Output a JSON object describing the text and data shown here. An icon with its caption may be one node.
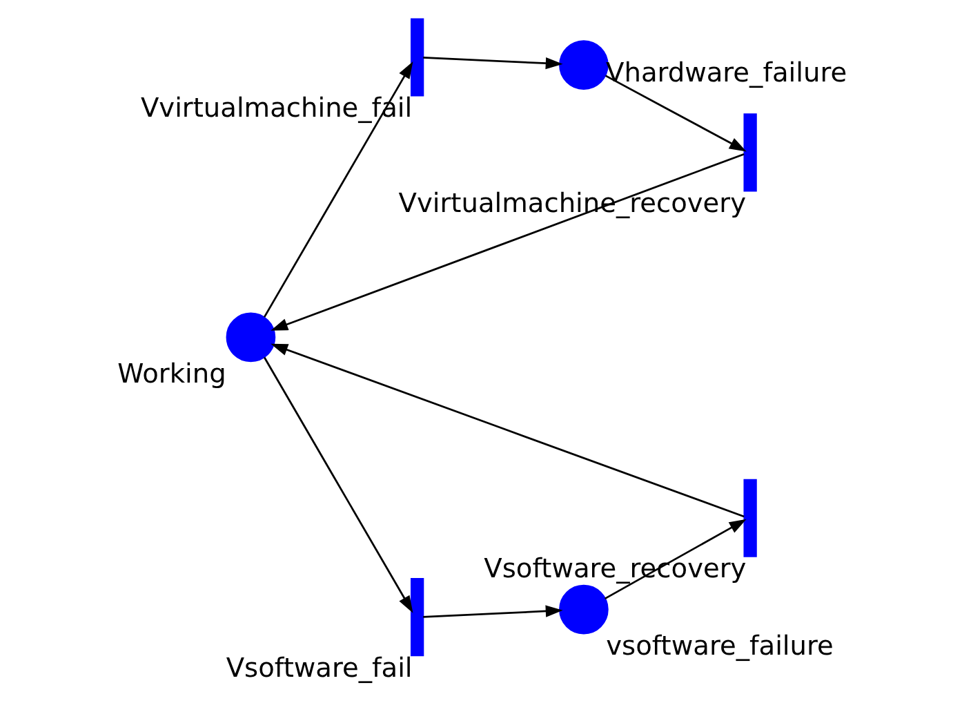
{
  "diagram": {
    "nodes": [
      {
        "text": [],
        "shape": "circle",
        "beside": [
          "Working"
        ]
      },
      {
        "text": [],
        "shape": "bar",
        "beside": [
          "Vvirtualmachine_fail"
        ]
      },
      {
        "text": [],
        "shape": "circle",
        "beside": [
          "Vhardware_failure"
        ]
      },
      {
        "text": [],
        "shape": "bar",
        "beside": [
          "Vvirtualmachine_recovery"
        ]
      },
      {
        "text": [],
        "shape": "bar",
        "beside": [
          "Vsoftware_fail"
        ]
      },
      {
        "text": [],
        "shape": "circle",
        "beside": [
          "vsoftware_failure"
        ]
      },
      {
        "text": [],
        "shape": "bar",
        "beside": [
          "Vsoftware_recovery"
        ]
      }
    ],
    "edges": [
      {
        "from": 0,
        "to": 1,
        "arrow": "to"
      },
      {
        "from": 1,
        "to": 2,
        "arrow": "to"
      },
      {
        "from": 2,
        "to": 3,
        "arrow": "to"
      },
      {
        "from": 3,
        "to": 0,
        "arrow": "to"
      },
      {
        "from": 0,
        "to": 4,
        "arrow": "to"
      },
      {
        "from": 4,
        "to": 5,
        "arrow": "to"
      },
      {
        "from": 5,
        "to": 6,
        "arrow": "to"
      },
      {
        "from": 6,
        "to": 0,
        "arrow": "to"
      }
    ]
  }
}
